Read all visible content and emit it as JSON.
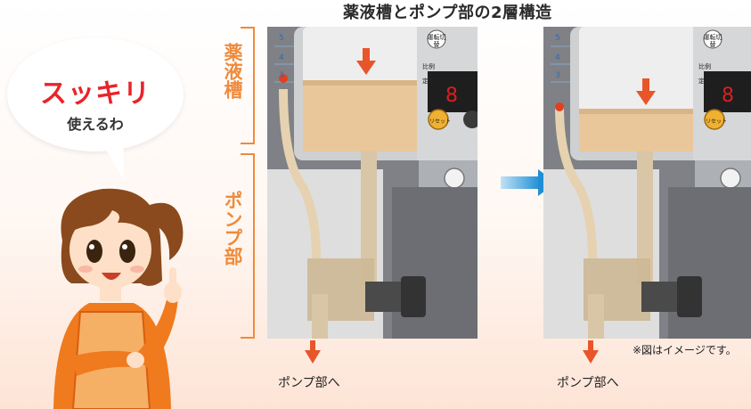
{
  "title": "薬液槽とポンプ部の2層構造",
  "bubble": {
    "main": "スッキリ",
    "sub": "使えるわ"
  },
  "labels": {
    "tank": "薬液槽",
    "pump": "ポンプ部"
  },
  "panel_left": {
    "scale": [
      "5",
      "4",
      "3"
    ],
    "buttons": [
      "運転切替",
      "比例",
      "定量",
      "リセット"
    ]
  },
  "panel_right": {
    "scale": [
      "5",
      "4",
      "3"
    ],
    "buttons": [
      "運転切替",
      "比例",
      "定量",
      "リセット"
    ]
  },
  "captions": {
    "left": "ポンプ部へ",
    "right": "ポンプ部へ"
  },
  "note": "※図はイメージです。",
  "colors": {
    "accent_orange": "#f08a3a",
    "arrow_red": "#e8552a",
    "headline_red": "#e8242a",
    "arrow_blue": "#3aa0dc"
  }
}
